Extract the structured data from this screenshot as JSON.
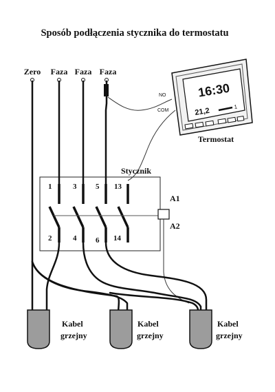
{
  "title": "Sposób podłączenia stycznika do termostatu",
  "supply": {
    "zero": "Zero",
    "faza": [
      "Faza",
      "Faza",
      "Faza"
    ]
  },
  "thermostat": {
    "label": "Termostat",
    "time": "16:30",
    "temperature": "21,2",
    "indicator": "1",
    "terminal_no": "NO",
    "terminal_com": "COM"
  },
  "contactor": {
    "label": "Stycznik",
    "top_terminals": [
      "1",
      "3",
      "5",
      "13"
    ],
    "bottom_terminals": [
      "2",
      "4",
      "6",
      "14"
    ],
    "coil_a1": "A1",
    "coil_a2": "A2"
  },
  "cables": [
    {
      "line1": "Kabel",
      "line2": "grzejny"
    },
    {
      "line1": "Kabel",
      "line2": "grzejny"
    },
    {
      "line1": "Kabel",
      "line2": "grzejny"
    }
  ],
  "colors": {
    "line": "#111111",
    "cable_fill": "#9c9c9c",
    "device_fill": "#f2f2f2"
  }
}
